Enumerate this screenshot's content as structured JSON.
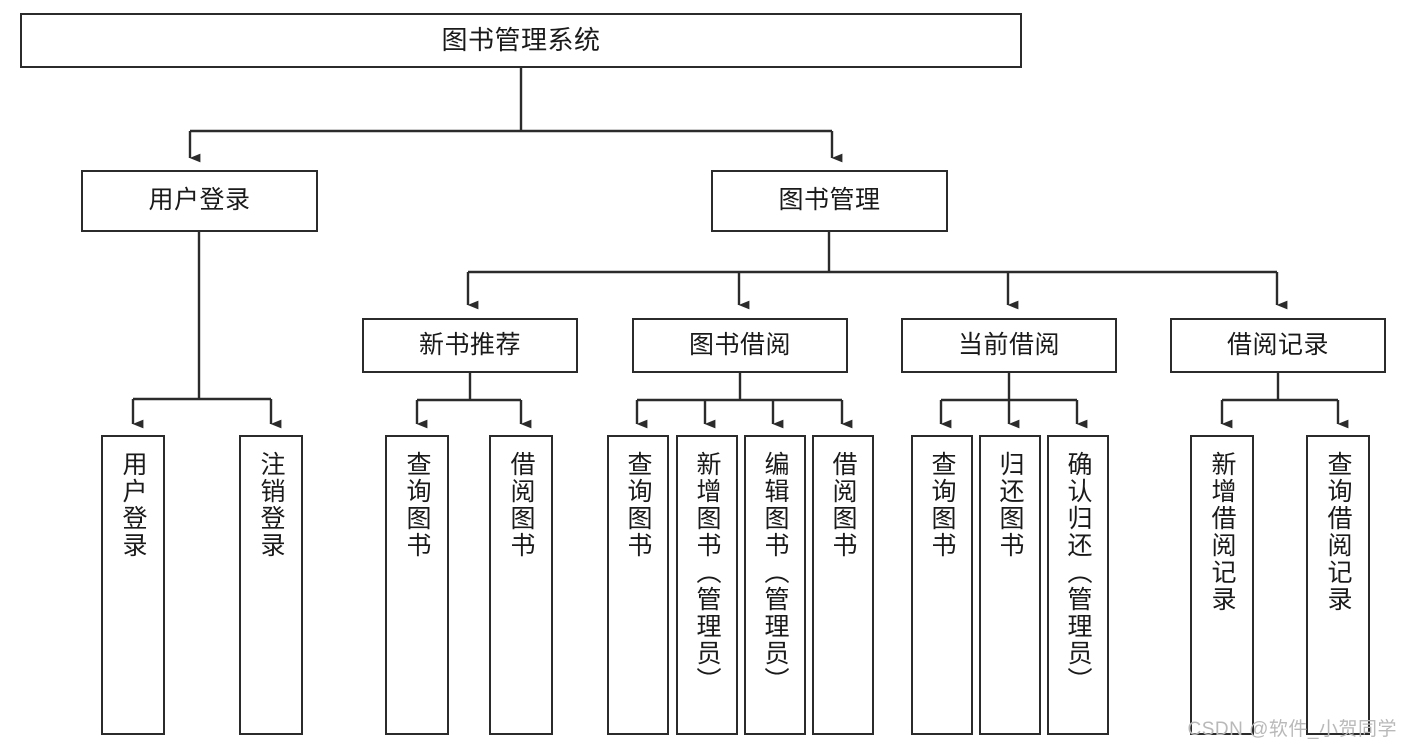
{
  "diagram": {
    "title": "图书管理系统",
    "type": "tree-hierarchy",
    "watermark": "CSDN @软件_小贺同学",
    "colors": {
      "background": "#ffffff",
      "box_border": "#2b2b2b",
      "box_fill": "#ffffff",
      "text": "#1a1a1a",
      "connector": "#2b2b2b",
      "watermark": "#b9b9b9"
    },
    "levels": [
      {
        "level": 1,
        "nodes": [
          {
            "id": "root",
            "label": "图书管理系统",
            "orientation": "horizontal"
          }
        ]
      },
      {
        "level": 2,
        "nodes": [
          {
            "id": "login",
            "label": "用户登录",
            "orientation": "horizontal",
            "parent": "root"
          },
          {
            "id": "bookmgmt",
            "label": "图书管理",
            "orientation": "horizontal",
            "parent": "root"
          }
        ]
      },
      {
        "level": 3,
        "nodes": [
          {
            "id": "newbook",
            "label": "新书推荐",
            "orientation": "horizontal",
            "parent": "bookmgmt"
          },
          {
            "id": "borrow",
            "label": "图书借阅",
            "orientation": "horizontal",
            "parent": "bookmgmt"
          },
          {
            "id": "current",
            "label": "当前借阅",
            "orientation": "horizontal",
            "parent": "bookmgmt"
          },
          {
            "id": "records",
            "label": "借阅记录",
            "orientation": "horizontal",
            "parent": "bookmgmt"
          }
        ]
      },
      {
        "level": 4,
        "nodes": [
          {
            "id": "leaf1",
            "label": "用户登录",
            "orientation": "vertical",
            "parent": "login"
          },
          {
            "id": "leaf2",
            "label": "注销登录",
            "orientation": "vertical",
            "parent": "login"
          },
          {
            "id": "leaf3",
            "label": "查询图书",
            "orientation": "vertical",
            "parent": "newbook"
          },
          {
            "id": "leaf4",
            "label": "借阅图书",
            "orientation": "vertical",
            "parent": "newbook"
          },
          {
            "id": "leaf5",
            "label": "查询图书",
            "orientation": "vertical",
            "parent": "borrow"
          },
          {
            "id": "leaf6",
            "label": "新增图书（管理员）",
            "orientation": "vertical",
            "parent": "borrow"
          },
          {
            "id": "leaf7",
            "label": "编辑图书（管理员）",
            "orientation": "vertical",
            "parent": "borrow"
          },
          {
            "id": "leaf8",
            "label": "借阅图书",
            "orientation": "vertical",
            "parent": "borrow"
          },
          {
            "id": "leaf9",
            "label": "查询图书",
            "orientation": "vertical",
            "parent": "current"
          },
          {
            "id": "leaf10",
            "label": "归还图书",
            "orientation": "vertical",
            "parent": "current"
          },
          {
            "id": "leaf11",
            "label": "确认归还（管理员）",
            "orientation": "vertical",
            "parent": "current"
          },
          {
            "id": "leaf12",
            "label": "新增借阅记录",
            "orientation": "vertical",
            "parent": "records"
          },
          {
            "id": "leaf13",
            "label": "查询借阅记录",
            "orientation": "vertical",
            "parent": "records"
          }
        ]
      }
    ]
  }
}
